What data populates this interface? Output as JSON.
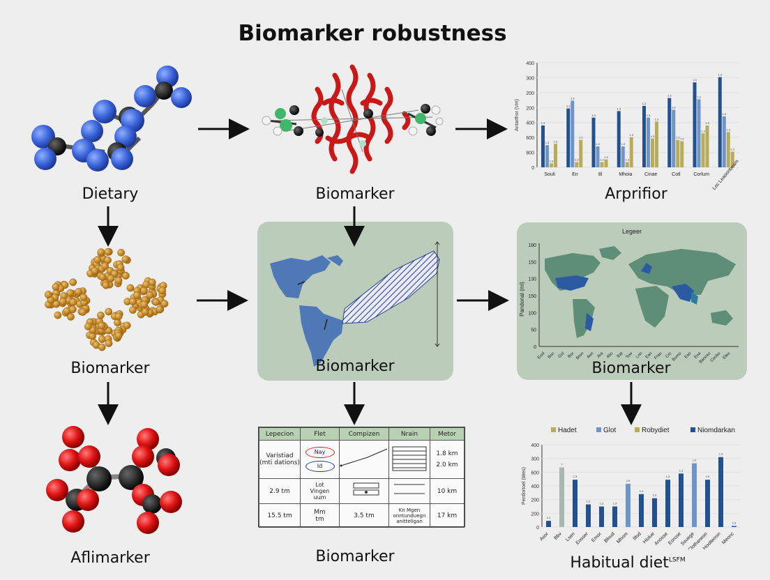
{
  "title": "Biomarker robustness",
  "labels": {
    "dietary": "Dietary",
    "biomarker_top": "Biomarker",
    "arprifior": "Arprifior",
    "biomarker_left": "Biomarker",
    "biomarker_center": "Biomarker",
    "biomarker_map": "Biomarker",
    "aflimarker": "Aflimarker",
    "biomarker_bottom": "Biomarker",
    "habitual_diet": "Habitual diet",
    "habitual_diet_sup": "LSFM"
  },
  "world_panel": {
    "title": "Legeer",
    "y_ticks": [
      "180",
      "150",
      "130",
      "150",
      "100",
      "50",
      "0"
    ],
    "x_labels": [
      "Exol",
      "Boc",
      "Gol",
      "Bor",
      "Bron",
      "Aon",
      "Ara",
      "Alio",
      "Bat",
      "Tow",
      "Lnn",
      "Ean",
      "Frau",
      "Crc",
      "Bumo",
      "Ean",
      "Ena",
      "Banceo",
      "Coobo",
      "Eleu"
    ],
    "y_label": "Pandonal (ml)"
  },
  "table": {
    "headers": [
      "Lepecion",
      "Flet",
      "Compizen",
      "Nrain",
      "Metor"
    ],
    "rows": [
      {
        "c1": "Varistiad\n(mti dations)",
        "oval_top": "Nay",
        "oval_bottom": "Id",
        "c5a": "1.8 km",
        "c5b": "2.0 km"
      },
      {
        "c1": "2.9 tm",
        "c2": "Lot\nVingen\nuum",
        "c5": "10 km"
      },
      {
        "c1": "15.5 tm",
        "c2": "Mm\ntm",
        "c3": "3.5 tm",
        "c4": "Kn Mgen\nonntunduegn\nanitteligan",
        "c5": "17 km"
      }
    ]
  },
  "colors": {
    "navy": "#23508f",
    "steel": "#6f94c7",
    "gold": "#b9ab5c",
    "panel": "#bcccba",
    "panel_map": "#6d9a86"
  },
  "chart_data": [
    {
      "type": "bar",
      "y_label": "Antarthor (Vm)",
      "ylim": [
        0,
        400
      ],
      "y_ticks": [
        "400",
        "300",
        "200",
        "200",
        "400",
        "600",
        "800",
        "0"
      ],
      "categories": [
        "Souli",
        "En",
        "8l",
        "Mhoia",
        "Cinae",
        "Cotl",
        "Corlum",
        "Loc Leaoonbeam"
      ],
      "series": [
        {
          "values": [
            160,
            225,
            190,
            215,
            235,
            265,
            325,
            345
          ]
        },
        {
          "values": [
            85,
            255,
            80,
            80,
            190,
            220,
            260,
            195
          ]
        },
        {
          "values": [
            15,
            20,
            20,
            20,
            110,
            105,
            130,
            135
          ]
        },
        {
          "values": [
            90,
            105,
            30,
            115,
            175,
            100,
            160,
            60
          ]
        }
      ]
    },
    {
      "type": "bar",
      "y_label": "Pentlortoel (Wes)",
      "ylim": [
        0,
        400
      ],
      "y_ticks": [
        "400",
        "300",
        "600",
        "400",
        "200",
        "200",
        "0"
      ],
      "legend": [
        "Hadet",
        "Glot",
        "Robydiet",
        "Niomdarkan"
      ],
      "categories": [
        "Asor",
        "Bbv",
        "Lsen",
        "Eosser",
        "Emor",
        "Bloud",
        "Mhom",
        "Ilfod",
        "Hiolue",
        "Anosse",
        "Eorcoe",
        "Ssuege",
        "Clothaneon",
        "Hoolterron",
        "Meonc"
      ],
      "value_labels": [
        "1.3",
        "7",
        "1.3",
        "1.3",
        "1.3",
        "1.3",
        "2.9",
        "1.3",
        "1.3",
        "1.3",
        "1.3",
        "1.9",
        "1.9",
        "1.3",
        "1.9"
      ],
      "values": [
        30,
        290,
        230,
        110,
        100,
        100,
        210,
        160,
        140,
        230,
        260,
        310,
        230,
        340,
        5
      ]
    }
  ]
}
